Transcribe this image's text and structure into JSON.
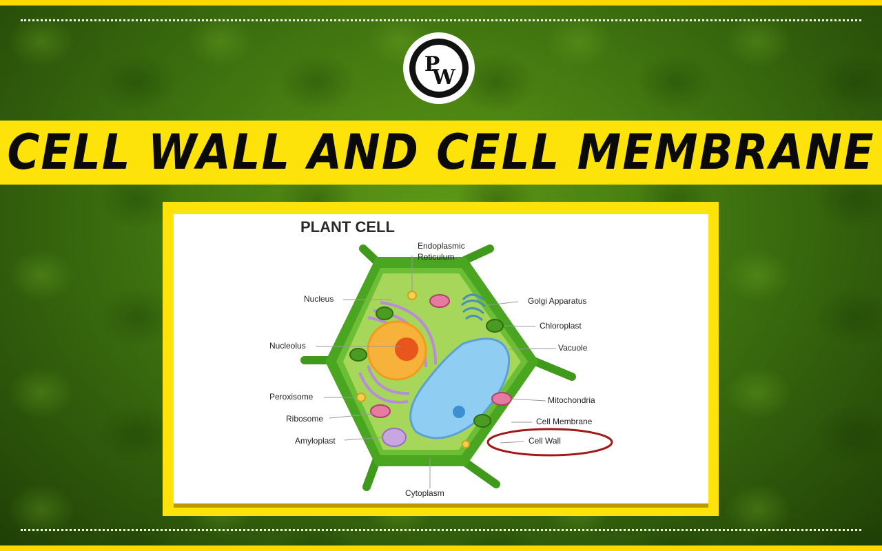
{
  "header": {
    "logo_text": "PW",
    "title": "CELL WALL AND CELL MEMBRANE"
  },
  "diagram": {
    "title": "PLANT CELL",
    "labels": {
      "endoplasmic_reticulum_line1": "Endoplasmic",
      "endoplasmic_reticulum_line2": "Reticulum",
      "nucleus": "Nucleus",
      "nucleolus": "Nucleolus",
      "peroxisome": "Peroxisome",
      "ribosome": "Ribosome",
      "amyloplast": "Amyloplast",
      "golgi_apparatus": "Golgi Apparatus",
      "chloroplast": "Chloroplast",
      "vacuole": "Vacuole",
      "mitochondria": "Mitochondria",
      "cell_membrane": "Cell Membrane",
      "cell_wall": "Cell Wall",
      "cytoplasm": "Cytoplasm"
    },
    "highlighted_label": "Cell Wall"
  },
  "colors": {
    "accent_yellow": "#fde30a",
    "background_green": "#3f7410",
    "cell_wall": "#4aa521",
    "cytoplasm": "#a6d65a",
    "nucleus": "#f7b23b",
    "vacuole": "#8fcdf3",
    "highlight_ring": "#a01818"
  }
}
